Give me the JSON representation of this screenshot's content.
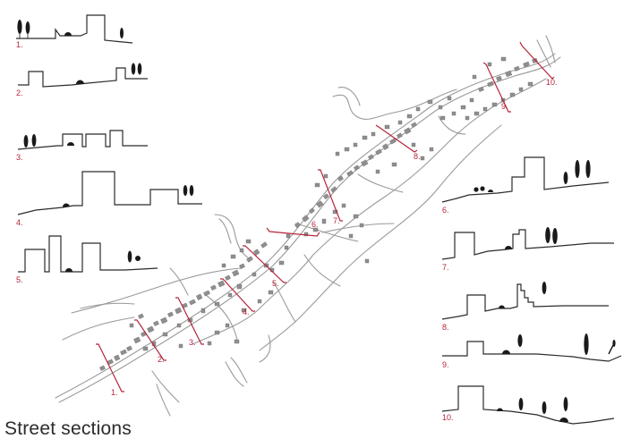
{
  "title": "Street sections",
  "sections": [
    {
      "label": "1."
    },
    {
      "label": "2."
    },
    {
      "label": "3."
    },
    {
      "label": "4."
    },
    {
      "label": "5."
    },
    {
      "label": "6."
    },
    {
      "label": "7."
    },
    {
      "label": "8."
    },
    {
      "label": "9."
    },
    {
      "label": "10."
    }
  ],
  "map_labels": [
    "1.",
    "2.",
    "3.",
    "4.",
    "5.",
    "6.",
    "7.",
    "8.",
    "9.",
    "10."
  ],
  "colors": {
    "accent": "#b5263b",
    "line": "#2b2b2b",
    "road": "#9a9a9a",
    "building": "#8f8f8f"
  }
}
